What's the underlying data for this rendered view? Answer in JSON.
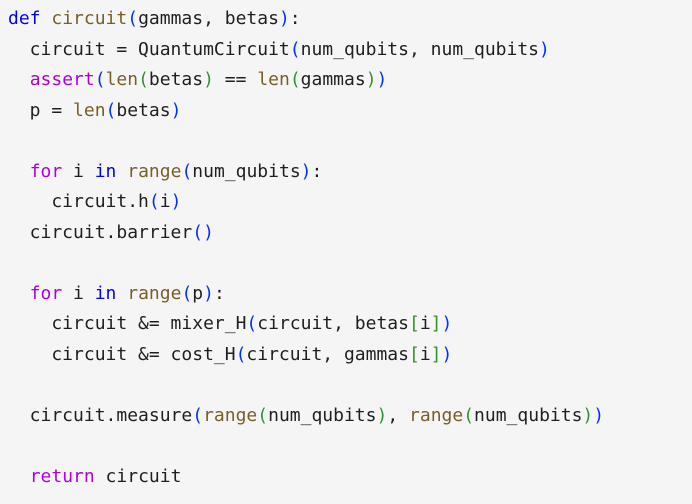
{
  "lines": [
    [
      [
        "kw2",
        "def"
      ],
      [
        "plain",
        " "
      ],
      [
        "fn",
        "circuit"
      ],
      [
        "p1",
        "("
      ],
      [
        "plain",
        "gammas, betas"
      ],
      [
        "p1",
        ")"
      ],
      [
        "plain",
        ":"
      ]
    ],
    [
      [
        "plain",
        "  circuit = QuantumCircuit"
      ],
      [
        "p1",
        "("
      ],
      [
        "plain",
        "num_qubits, num_qubits"
      ],
      [
        "p1",
        ")"
      ]
    ],
    [
      [
        "plain",
        "  "
      ],
      [
        "kw",
        "assert"
      ],
      [
        "p1",
        "("
      ],
      [
        "builtin",
        "len"
      ],
      [
        "p2",
        "("
      ],
      [
        "plain",
        "betas"
      ],
      [
        "p2",
        ")"
      ],
      [
        "plain",
        " == "
      ],
      [
        "builtin",
        "len"
      ],
      [
        "p2",
        "("
      ],
      [
        "plain",
        "gammas"
      ],
      [
        "p2",
        ")"
      ],
      [
        "p1",
        ")"
      ]
    ],
    [
      [
        "plain",
        "  p = "
      ],
      [
        "builtin",
        "len"
      ],
      [
        "p1",
        "("
      ],
      [
        "plain",
        "betas"
      ],
      [
        "p1",
        ")"
      ]
    ],
    [
      [
        "plain",
        ""
      ]
    ],
    [
      [
        "plain",
        "  "
      ],
      [
        "kw",
        "for"
      ],
      [
        "plain",
        " i "
      ],
      [
        "kw2",
        "in"
      ],
      [
        "plain",
        " "
      ],
      [
        "builtin",
        "range"
      ],
      [
        "p1",
        "("
      ],
      [
        "plain",
        "num_qubits"
      ],
      [
        "p1",
        ")"
      ],
      [
        "plain",
        ":"
      ]
    ],
    [
      [
        "plain",
        "    circuit.h"
      ],
      [
        "p1",
        "("
      ],
      [
        "plain",
        "i"
      ],
      [
        "p1",
        ")"
      ]
    ],
    [
      [
        "plain",
        "  circuit.barrier"
      ],
      [
        "p1",
        "()"
      ]
    ],
    [
      [
        "plain",
        ""
      ]
    ],
    [
      [
        "plain",
        "  "
      ],
      [
        "kw",
        "for"
      ],
      [
        "plain",
        " i "
      ],
      [
        "kw2",
        "in"
      ],
      [
        "plain",
        " "
      ],
      [
        "builtin",
        "range"
      ],
      [
        "p1",
        "("
      ],
      [
        "plain",
        "p"
      ],
      [
        "p1",
        ")"
      ],
      [
        "plain",
        ":"
      ]
    ],
    [
      [
        "plain",
        "    circuit &= mixer_H"
      ],
      [
        "p1",
        "("
      ],
      [
        "plain",
        "circuit, betas"
      ],
      [
        "p2",
        "["
      ],
      [
        "plain",
        "i"
      ],
      [
        "p2",
        "]"
      ],
      [
        "p1",
        ")"
      ]
    ],
    [
      [
        "plain",
        "    circuit &= cost_H"
      ],
      [
        "p1",
        "("
      ],
      [
        "plain",
        "circuit, gammas"
      ],
      [
        "p2",
        "["
      ],
      [
        "plain",
        "i"
      ],
      [
        "p2",
        "]"
      ],
      [
        "p1",
        ")"
      ]
    ],
    [
      [
        "plain",
        ""
      ]
    ],
    [
      [
        "plain",
        "  circuit.measure"
      ],
      [
        "p1",
        "("
      ],
      [
        "builtin",
        "range"
      ],
      [
        "p2",
        "("
      ],
      [
        "plain",
        "num_qubits"
      ],
      [
        "p2",
        ")"
      ],
      [
        "plain",
        ", "
      ],
      [
        "builtin",
        "range"
      ],
      [
        "p2",
        "("
      ],
      [
        "plain",
        "num_qubits"
      ],
      [
        "p2",
        ")"
      ],
      [
        "p1",
        ")"
      ]
    ],
    [
      [
        "plain",
        ""
      ]
    ],
    [
      [
        "plain",
        "  "
      ],
      [
        "kw",
        "return"
      ],
      [
        "plain",
        " circuit"
      ]
    ]
  ]
}
